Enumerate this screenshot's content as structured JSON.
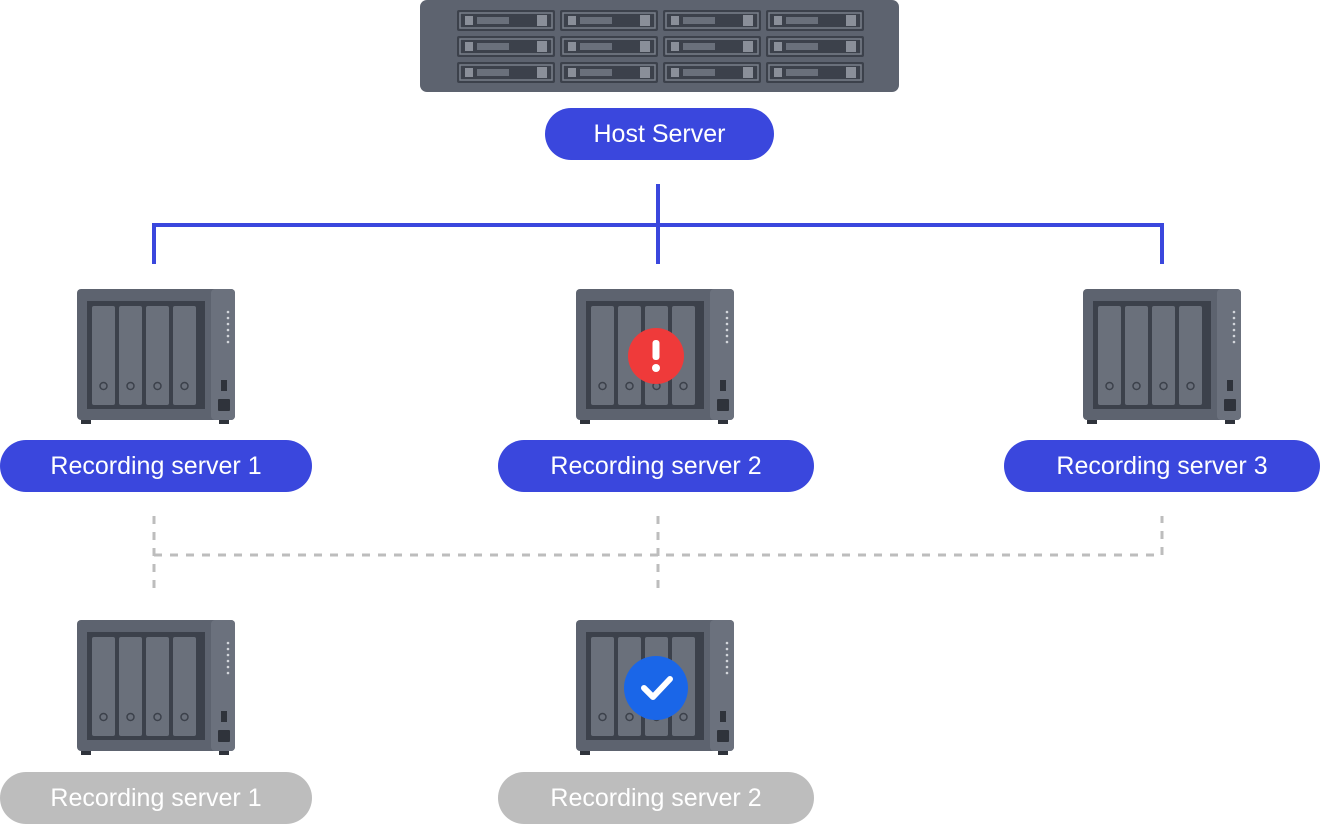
{
  "host": {
    "label": "Host Server"
  },
  "recording_servers": [
    {
      "label": "Recording server 1",
      "status": "normal"
    },
    {
      "label": "Recording server 2",
      "status": "error",
      "status_icon": "exclamation-icon"
    },
    {
      "label": "Recording server 3",
      "status": "normal"
    }
  ],
  "spare_servers": [
    {
      "label": "Recording server 1",
      "status": "standby"
    },
    {
      "label": "Recording server 2",
      "status": "active",
      "status_icon": "check-icon"
    }
  ],
  "colors": {
    "primary": "#3a47dd",
    "device_body": "#5d636f",
    "device_dark": "#3c414b",
    "error": "#ef3a3a",
    "ok": "#1a66e8",
    "standby_label": "#bdbdbd",
    "dashed_line": "#bdbdbd"
  }
}
